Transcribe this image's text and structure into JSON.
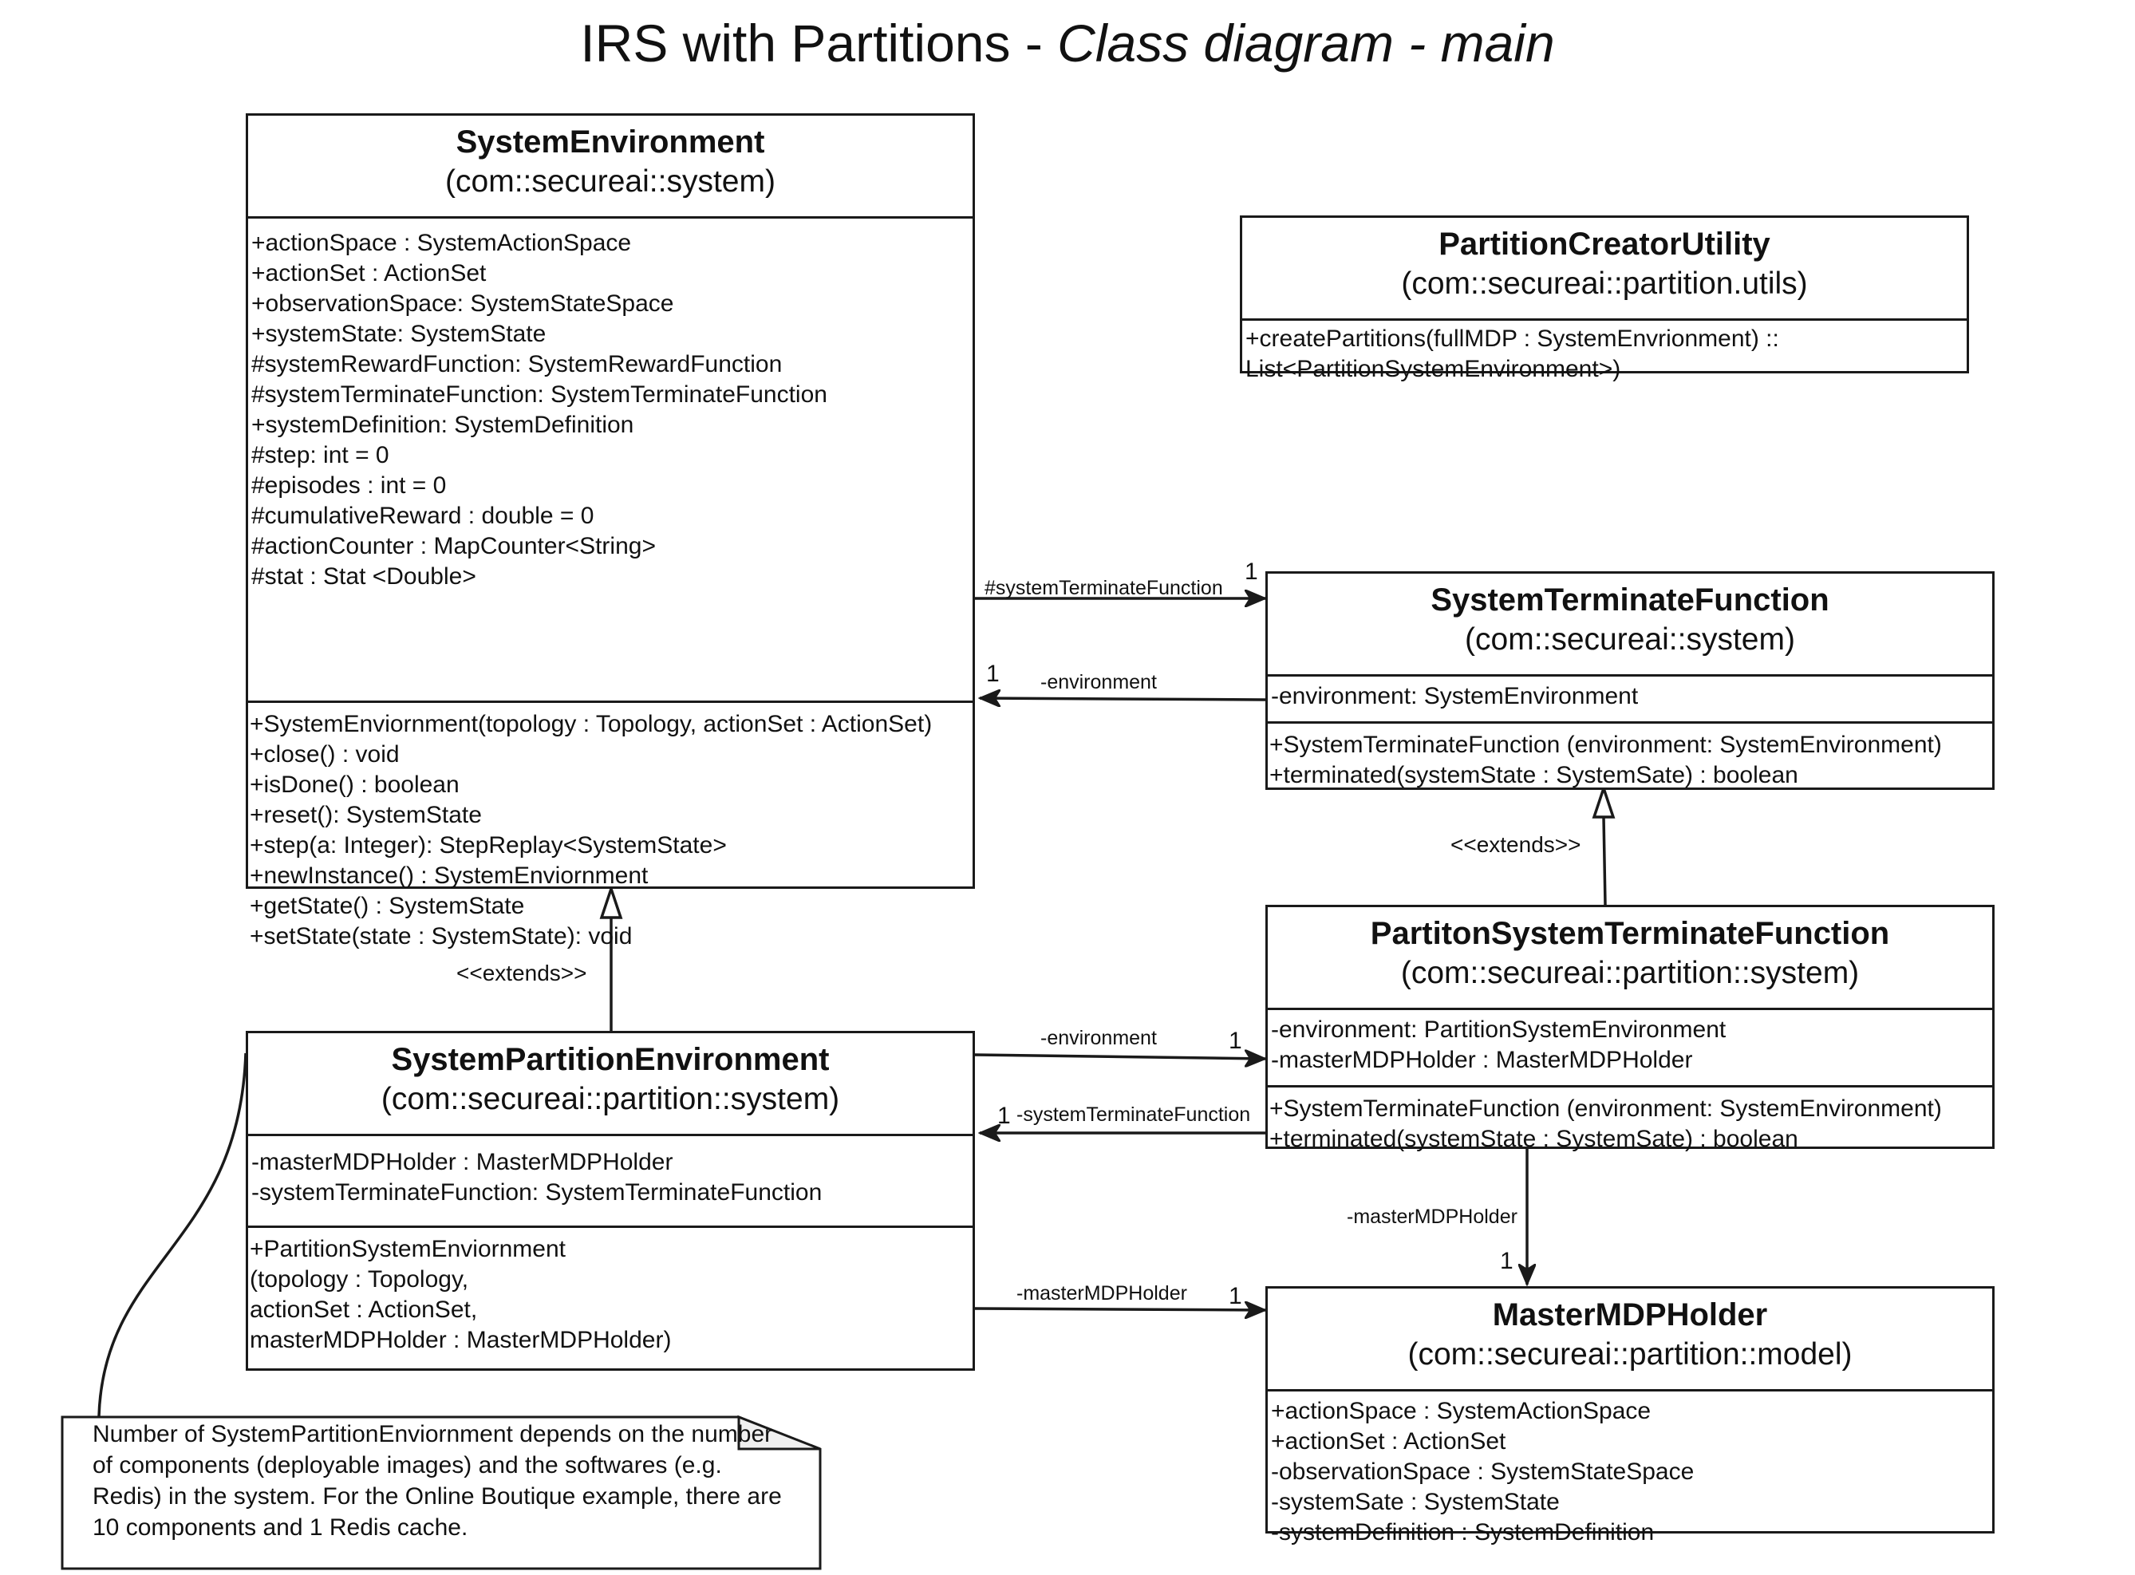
{
  "title": {
    "main": "IRS with Partitions - ",
    "sub": "Class diagram - main"
  },
  "classes": {
    "system_environment": {
      "name": "SystemEnvironment",
      "package": "(com::secureai::system)",
      "attributes": [
        "+actionSpace : SystemActionSpace",
        "+actionSet : ActionSet",
        "+observationSpace: SystemStateSpace",
        "+systemState: SystemState",
        "#systemRewardFunction: SystemRewardFunction",
        "#systemTerminateFunction: SystemTerminateFunction",
        "+systemDefinition: SystemDefinition",
        "#step: int = 0",
        "#episodes : int = 0",
        "#cumulativeReward : double = 0",
        "#actionCounter : MapCounter<String>",
        "#stat : Stat <Double>"
      ],
      "operations": [
        "+SystemEnviornment(topology : Topology, actionSet : ActionSet)",
        "+close() : void",
        "+isDone() : boolean",
        "+reset(): SystemState",
        "+step(a: Integer): StepReplay<SystemState>",
        "+newInstance() : SystemEnviornment",
        "+getState() : SystemState",
        "+setState(state : SystemState): void"
      ]
    },
    "partition_creator_utility": {
      "name": "PartitionCreatorUtility",
      "package": "(com::secureai::partition.utils)",
      "operations": [
        "+createPartitions(fullMDP : SystemEnvrionment) ::",
        "List<PartitionSystemEnvironment>)"
      ]
    },
    "system_terminate_function": {
      "name": "SystemTerminateFunction",
      "package": "(com::secureai::system)",
      "attributes": [
        "-environment: SystemEnvironment"
      ],
      "operations": [
        "+SystemTerminateFunction (environment: SystemEnvironment)",
        "+terminated(systemState : SystemSate) : boolean"
      ]
    },
    "partition_system_terminate_function": {
      "name": "PartitonSystemTerminateFunction",
      "package": "(com::secureai::partition::system)",
      "attributes": [
        "-environment: PartitionSystemEnvironment",
        "-masterMDPHolder : MasterMDPHolder"
      ],
      "operations": [
        "+SystemTerminateFunction (environment: SystemEnvironment)",
        "+terminated(systemState : SystemSate) : boolean"
      ]
    },
    "system_partition_environment": {
      "name": "SystemPartitionEnvironment",
      "package": "(com::secureai::partition::system)",
      "attributes": [
        "-masterMDPHolder : MasterMDPHolder",
        "-systemTerminateFunction: SystemTerminateFunction"
      ],
      "operations": [
        "+PartitionSystemEnviornment",
        "(topology : Topology,",
        "actionSet : ActionSet,",
        "masterMDPHolder : MasterMDPHolder)"
      ]
    },
    "master_mdp_holder": {
      "name": "MasterMDPHolder",
      "package": "(com::secureai::partition::model)",
      "attributes": [
        "+actionSpace : SystemActionSpace",
        "+actionSet : ActionSet",
        "-observationSpace : SystemStateSpace",
        "-systemSate : SystemState",
        "-systemDefinition : SystemDefinition"
      ]
    }
  },
  "associations": {
    "env_to_stf_role": "#systemTerminateFunction",
    "env_to_stf_mult": "1",
    "stf_to_env_role": "-environment",
    "stf_to_env_mult": "1",
    "spe_to_pstf_role": "-environment",
    "spe_to_pstf_mult": "1",
    "pstf_to_spe_role": "-systemTerminateFunction",
    "pstf_to_spe_mult": "1",
    "spe_to_mmh_role": "-masterMDPHolder",
    "spe_to_mmh_mult": "1",
    "pstf_to_mmh_role": "-masterMDPHolder",
    "pstf_to_mmh_mult": "1"
  },
  "stereotypes": {
    "env_extends": "<<extends>>",
    "stf_extends": "<<extends>>"
  },
  "note": {
    "text": "Number of SystemPartitionEnviornment depends on the number of components (deployable images) and the softwares (e.g. Redis) in the system. For the Online Boutique example, there are 10 components and 1 Redis cache."
  }
}
